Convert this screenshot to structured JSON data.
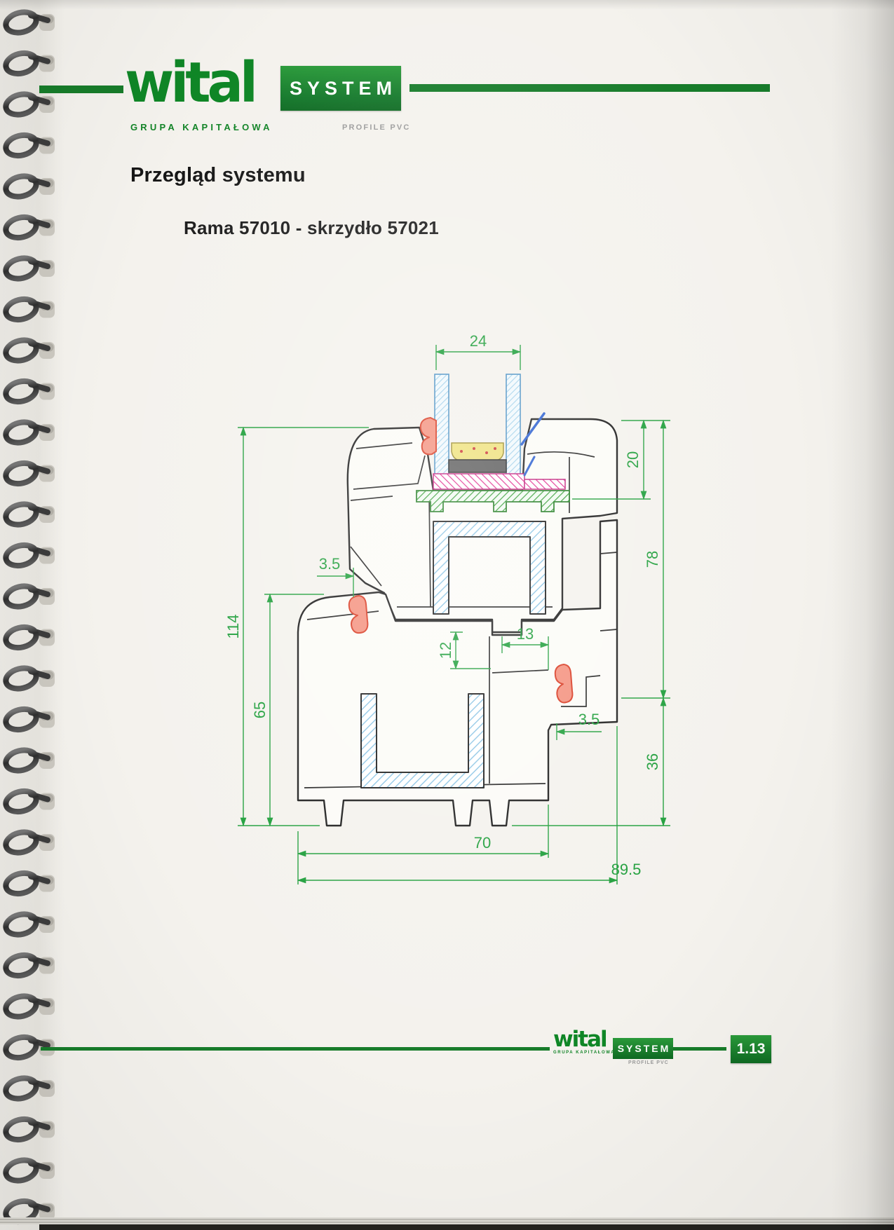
{
  "header": {
    "brand": "wital",
    "brand_sub": "GRUPA KAPITAŁOWA",
    "system": "SYSTEM",
    "system_sub": "PROFILE PVC",
    "brand_green": "#128427"
  },
  "content": {
    "title": "Przegląd systemu",
    "subtitle": "Rama 57010 - skrzydło 57021"
  },
  "diagram": {
    "description": "Cross-section of PVC window system: frame Rama 57010 with sash skrzydło 57021, double glazing unit, steel reinforcement channels and gaskets",
    "colors": {
      "dimension_green": "#1e9e3a",
      "outline_black": "#1b1b1b",
      "steel_hatch_blue": "#8ec6e6",
      "glass_blue": "#9fd0ea",
      "gasket_red": "#f4917e",
      "sealant_yellow": "#efe17a",
      "packer_green": "#2c9a2c",
      "spacer_magenta": "#e0218a"
    },
    "dimensions": {
      "glazing_unit_width": "24",
      "glazing_rebate_height": "20",
      "sash_section_height": "78",
      "total_section_height": "114",
      "gasket_left": "3.5",
      "sash_frame_gap_vertical": "12",
      "sash_frame_overlap": "13",
      "gasket_right": "3.5",
      "frame_height_left": "65",
      "frame_lower_height": "36",
      "frame_width": "70",
      "total_width": "89.5"
    }
  },
  "footer": {
    "brand": "wital",
    "brand_sub": "GRUPA KAPITAŁOWA",
    "system": "SYSTEM",
    "system_sub": "PROFILE PVC",
    "page_number": "1.13"
  }
}
